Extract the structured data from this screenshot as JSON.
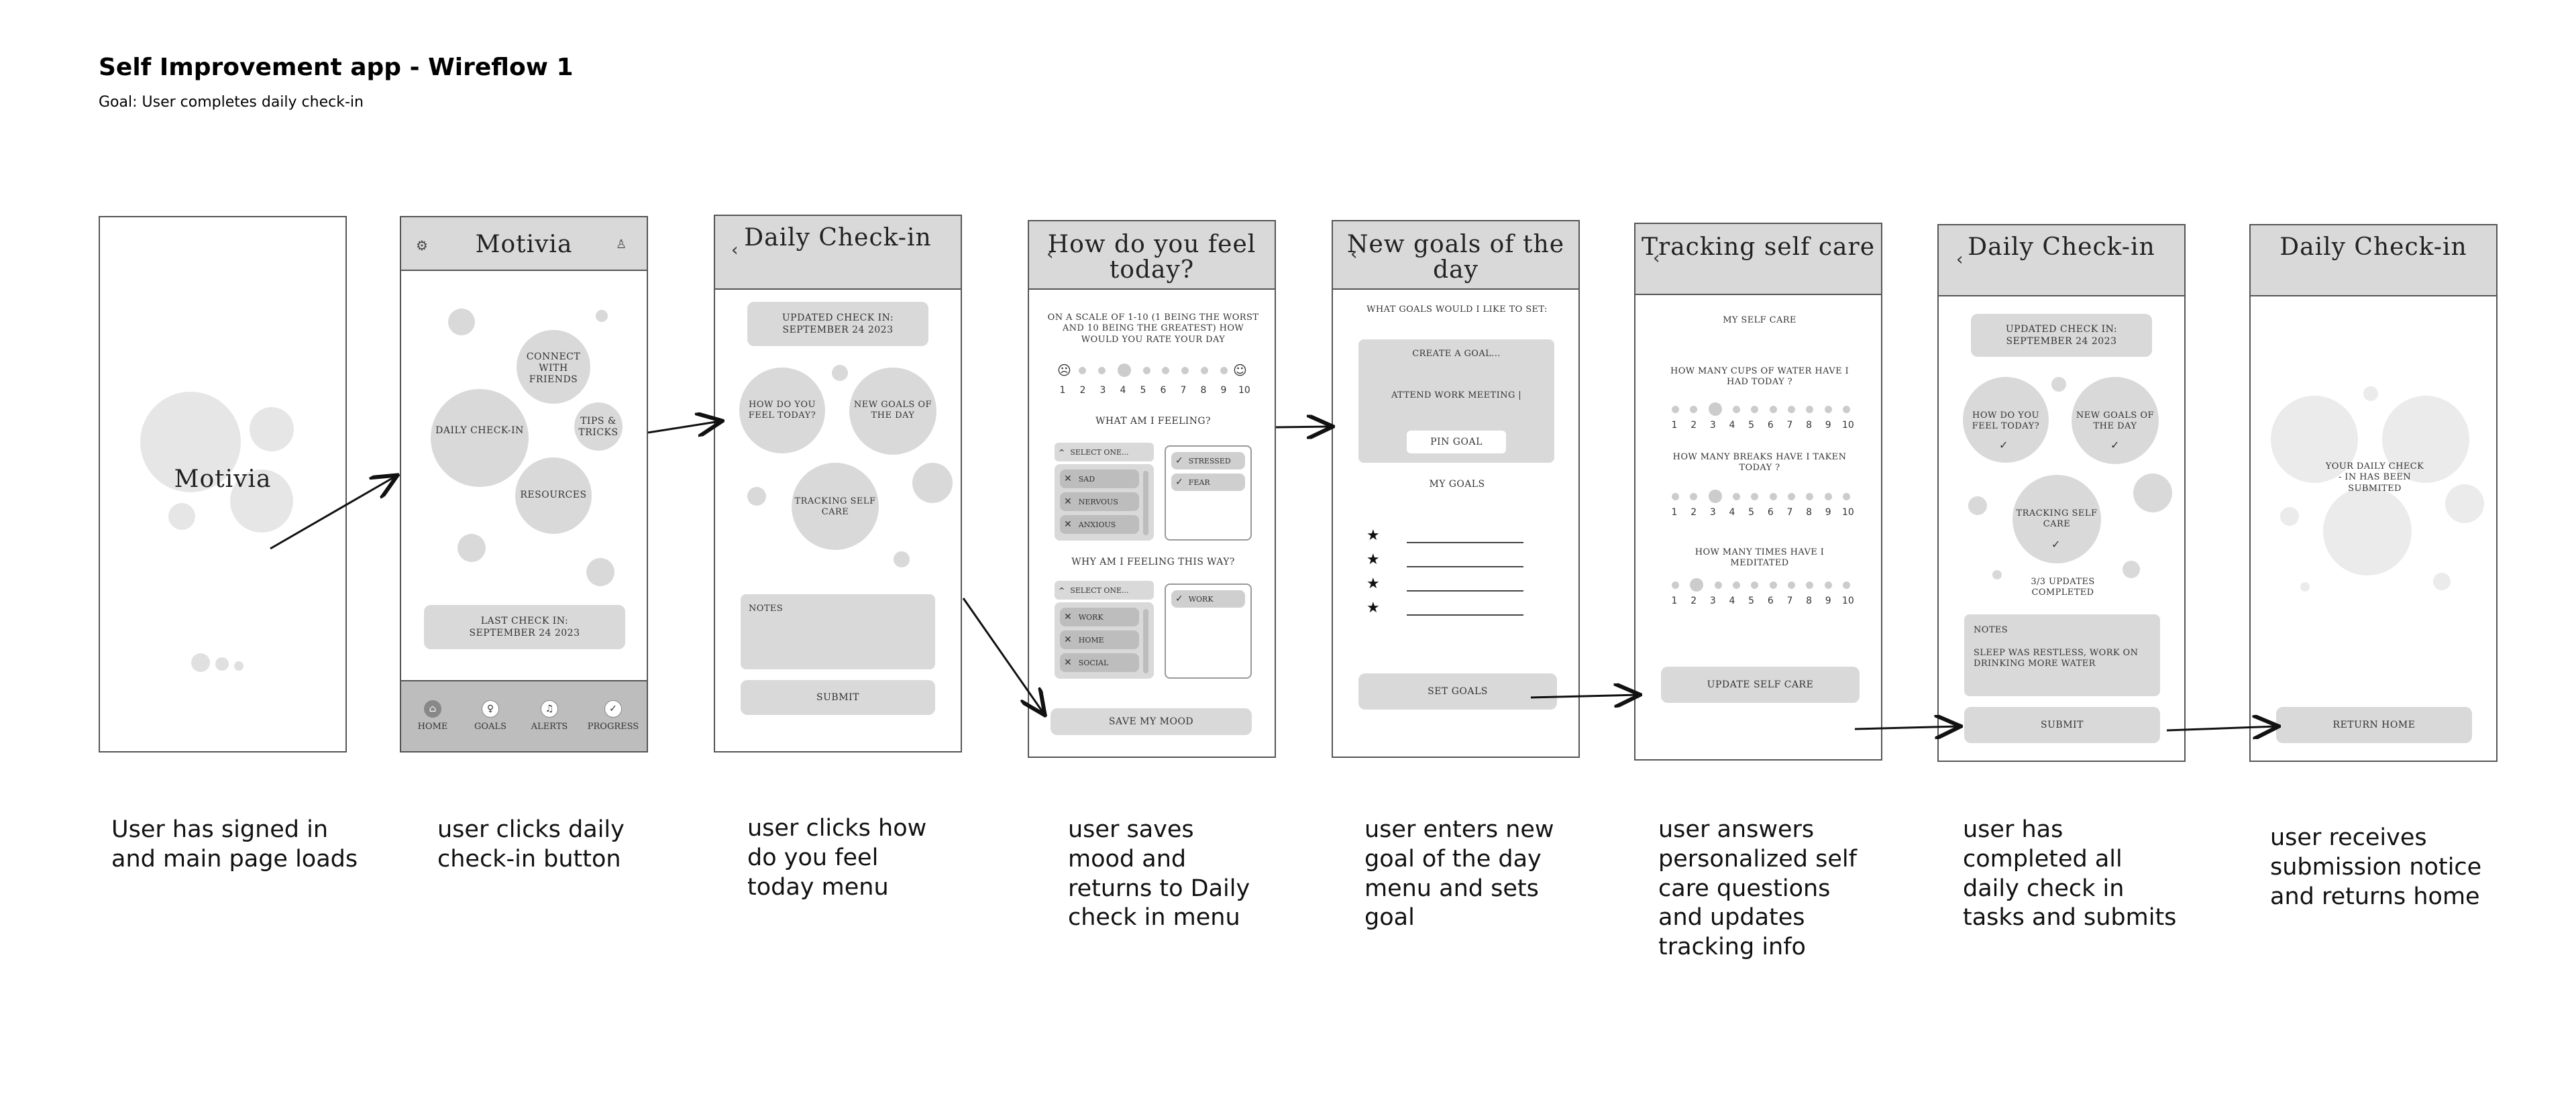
{
  "header": {
    "title": "Self Improvement app - Wireflow 1",
    "goal": "Goal: User completes daily check-in"
  },
  "screens": {
    "s1": {
      "logo": "Motivia",
      "caption": "User has signed in\nand main page loads"
    },
    "s2": {
      "app_title": "Motivia",
      "bubbles": {
        "connect": "Connect with friends",
        "daily": "Daily Check-in",
        "tips": "Tips & Tricks",
        "resources": "Resources"
      },
      "last_checkin_label": "Last check in:",
      "last_checkin_date": "September 24 2023",
      "nav": [
        {
          "label": "Home",
          "icon": "home-icon"
        },
        {
          "label": "Goals",
          "icon": "goals-icon"
        },
        {
          "label": "Alerts",
          "icon": "bell-icon"
        },
        {
          "label": "Progress",
          "icon": "check-icon"
        }
      ],
      "caption": "user clicks daily\ncheck-in button"
    },
    "s3": {
      "title": "Daily Check-in",
      "updated_label": "Updated Check in:",
      "updated_date": "September 24 2023",
      "bubbles": {
        "feel": "How do you feel today?",
        "goals": "New goals of the day",
        "care": "Tracking self care"
      },
      "notes_label": "Notes",
      "submit": "Submit",
      "caption": "user clicks how\ndo you feel\ntoday menu"
    },
    "s4": {
      "title": "How do you feel today?",
      "question": "On a scale of 1-10 (1 being the worst and 10 being the Greatest) how would you rate your day",
      "scale": [
        "1",
        "2",
        "3",
        "4",
        "5",
        "6",
        "7",
        "8",
        "9",
        "10"
      ],
      "feeling_q": "What am I feeling?",
      "select_one": "Select one...",
      "feelings": [
        "Sad",
        "Nervous",
        "Anxious"
      ],
      "chosen_feelings": [
        "Stressed",
        "Fear"
      ],
      "why_q": "Why am I feeling this way?",
      "reasons": [
        "Work",
        "Home",
        "Social"
      ],
      "chosen_reasons": [
        "Work"
      ],
      "save": "Save my mood",
      "caption": "user saves\nmood and\nreturns to Daily\ncheck in menu"
    },
    "s5": {
      "title": "New goals of the day",
      "question": "What goals would I like to set:",
      "create_goal": "Create a goal...",
      "goal_input": "Attend work meeting |",
      "pin": "Pin Goal",
      "my_goals": "My Goals",
      "set_goals": "Set Goals",
      "caption": "user enters new\ngoal of the day\nmenu and sets\ngoal"
    },
    "s6": {
      "title": "Tracking self care",
      "section": "My self care",
      "q1": "How many cups of water have I had today ?",
      "q2": "How many breaks have I taken today ?",
      "q3": "How many times have I meditated",
      "scale": [
        "1",
        "2",
        "3",
        "4",
        "5",
        "6",
        "7",
        "8",
        "9",
        "10"
      ],
      "update": "Update self care",
      "caption": "user answers\npersonalized self\ncare questions\nand updates\ntracking info"
    },
    "s7": {
      "title": "Daily Check-in",
      "updated_label": "Updated Check in:",
      "updated_date": "September 24 2023",
      "bubbles": {
        "feel": "How do you feel today?",
        "goals": "New goals of the day",
        "care": "Tracking self care"
      },
      "updates": "3/3 updates completed",
      "notes_label": "Notes",
      "notes_text": "Sleep was restless, work on drinking more water",
      "submit": "Submit",
      "caption": "user has\ncompleted all\ndaily check in\ntasks and submits"
    },
    "s8": {
      "title": "Daily Check-in",
      "notice": "Your Daily Check - in has been submited",
      "return": "Return Home",
      "caption": "user receives\nsubmission notice\nand returns home"
    }
  }
}
